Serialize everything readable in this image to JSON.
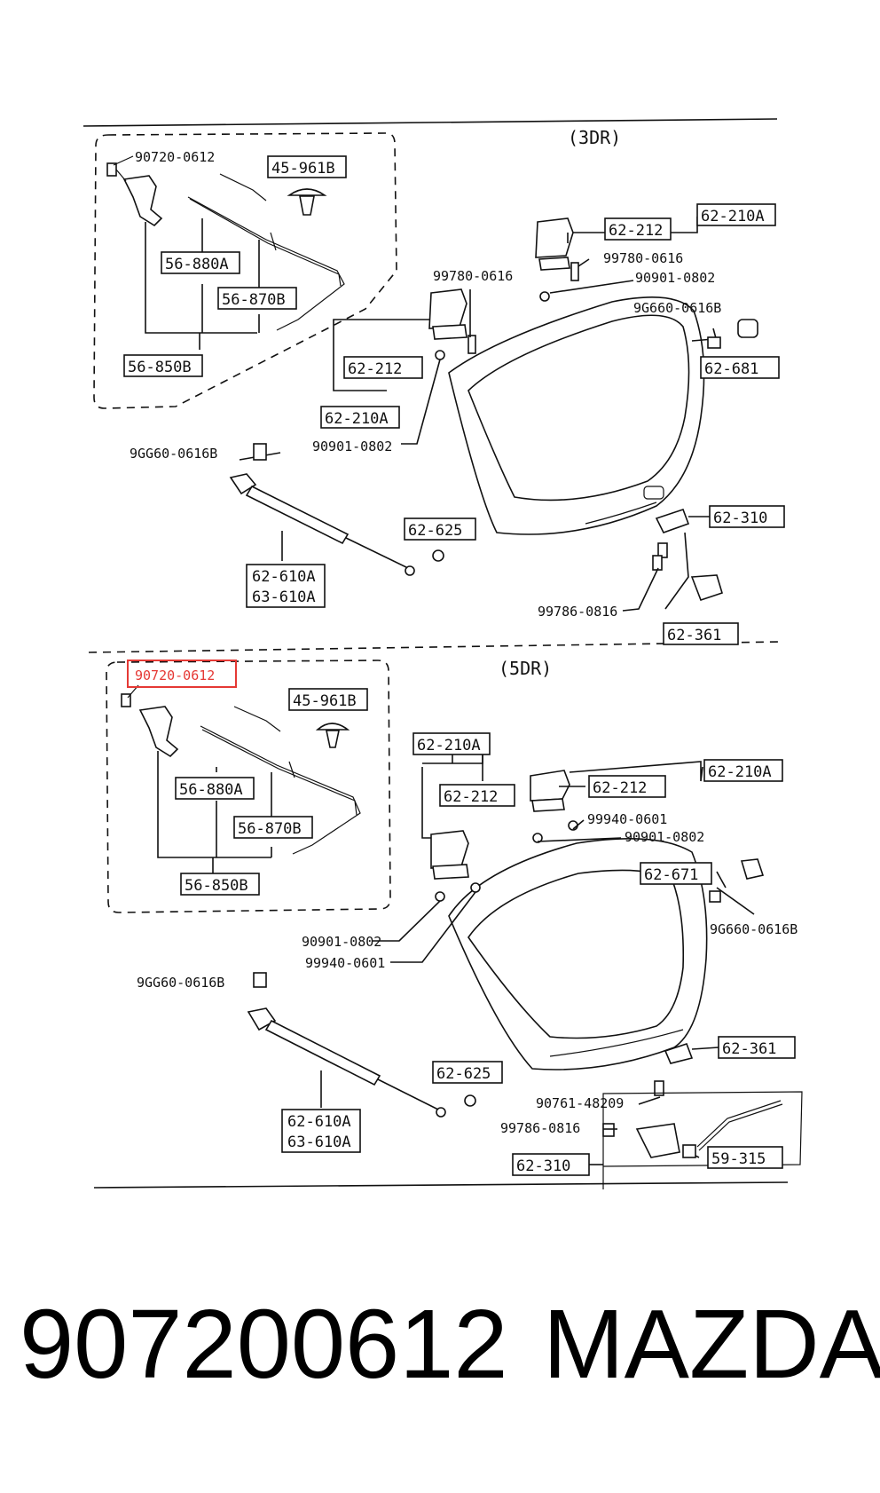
{
  "sections": [
    {
      "title": "(3DR)",
      "labels": [
        "90720-0612",
        "45-961B",
        "56-880A",
        "56-870B",
        "56-850B",
        "99780-0616",
        "62-212",
        "62-210A",
        "90901-0802",
        "62-210A",
        "62-212",
        "99780-0616",
        "90901-0802",
        "9G660-0616B",
        "62-681",
        "9GG60-0616B",
        "62-625",
        "62-610A",
        "63-610A",
        "62-310",
        "99786-0816",
        "62-361"
      ]
    },
    {
      "title": "(5DR)",
      "labels": [
        "90720-0612",
        "45-961B",
        "56-880A",
        "56-870B",
        "56-850B",
        "62-210A",
        "62-212",
        "62-210A",
        "62-212",
        "99940-0601",
        "90901-0802",
        "62-671",
        "9G660-0616B",
        "90901-0802",
        "99940-0601",
        "9GG60-0616B",
        "62-625",
        "62-610A",
        "63-610A",
        "62-361",
        "90761-48209",
        "99786-0816",
        "62-310",
        "59-315"
      ]
    }
  ],
  "highlight": {
    "part_number": "90720-0612",
    "color": "#e53935"
  },
  "footer": {
    "part_number": "907200612",
    "brand": "MAZDA"
  }
}
